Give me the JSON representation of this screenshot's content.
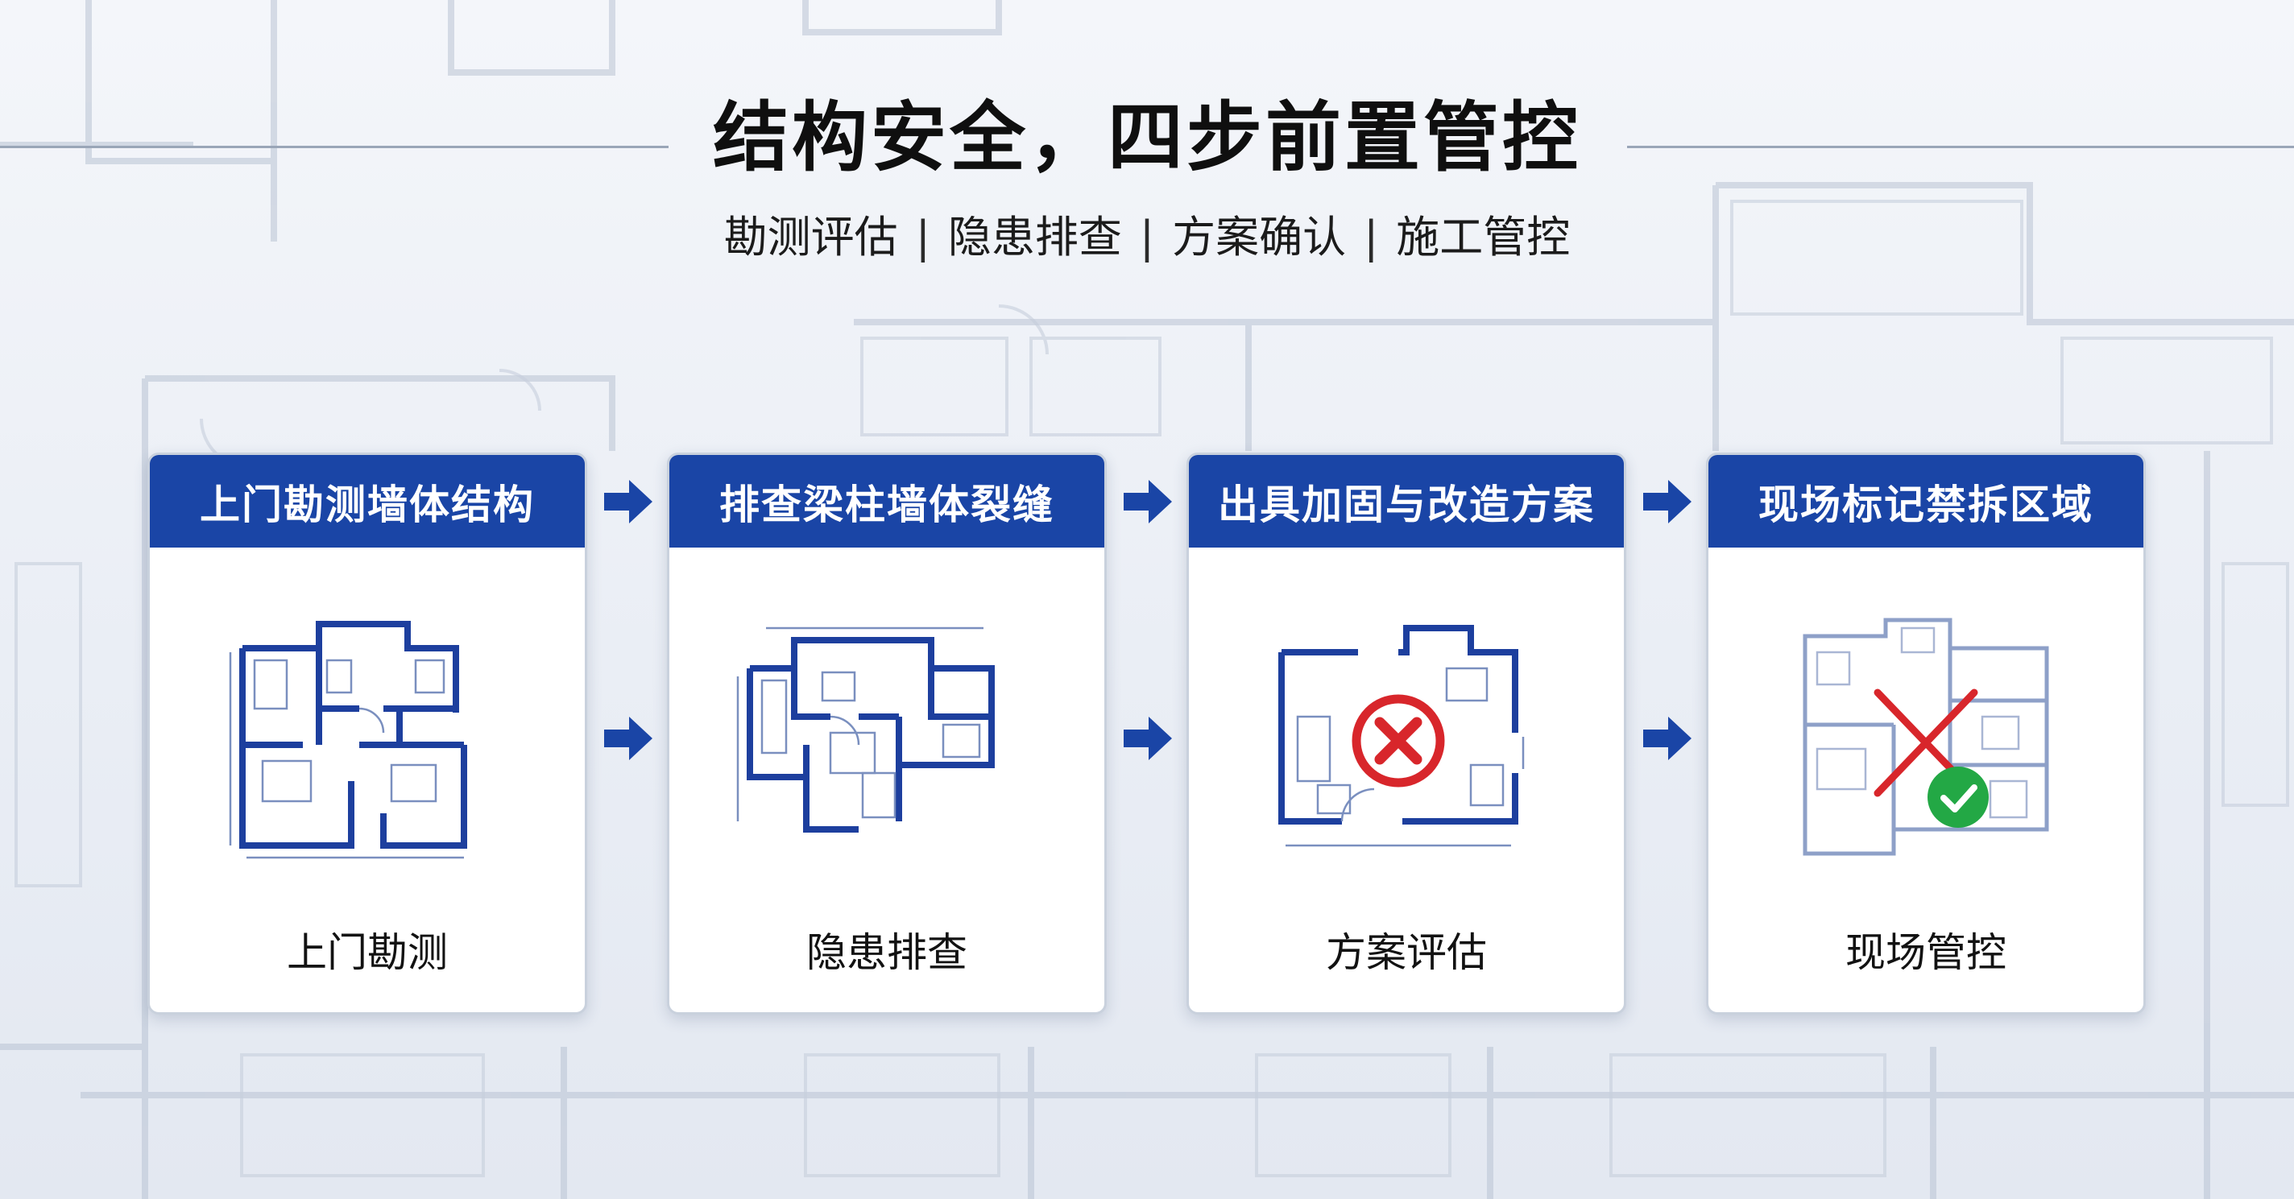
{
  "title": "结构安全，四步前置管控",
  "subtitle": [
    "勘测评估",
    "隐患排查",
    "方案确认",
    "施工管控"
  ],
  "subtitle_separator": "|",
  "steps": [
    {
      "header": "上门勘测墙体结构",
      "label": "上门勘测",
      "icon": "floor-plan-icon"
    },
    {
      "header": "排查梁柱墙体裂缝",
      "label": "隐患排查",
      "icon": "floor-plan-icon"
    },
    {
      "header": "出具加固与改造方案",
      "label": "方案评估",
      "icon": "floor-plan-with-red-x-icon"
    },
    {
      "header": "现场标记禁拆区域",
      "label": "现场管控",
      "icon": "floor-plan-with-check-icon"
    }
  ],
  "colors": {
    "header_blue": "#1a45a6",
    "plan_blue": "#1d3f9e",
    "cross_red": "#d8262b",
    "check_green": "#23a845"
  }
}
